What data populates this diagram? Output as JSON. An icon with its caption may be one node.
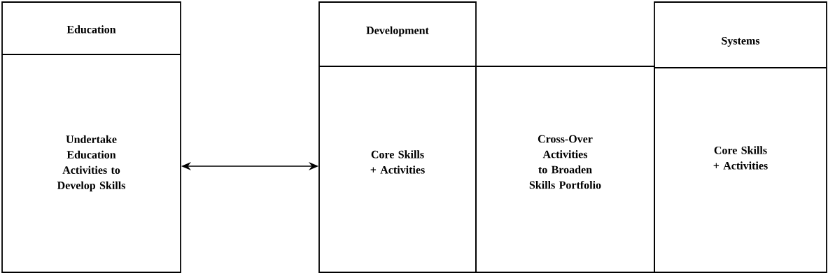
{
  "diagram": {
    "nodes": [
      {
        "text": [
          "Education",
          "Undertake Education Activities to Develop Skills"
        ]
      },
      {
        "text": [
          "Development",
          "Core Skills + Activities"
        ]
      },
      {
        "text": [
          "Cross-Over Activities to Broaden Skills Portfolio"
        ]
      },
      {
        "text": [
          "Systems",
          "Core Skills + Activities"
        ]
      }
    ],
    "edges": [
      {
        "from": 0,
        "to": 1,
        "arrow": "both"
      }
    ]
  }
}
